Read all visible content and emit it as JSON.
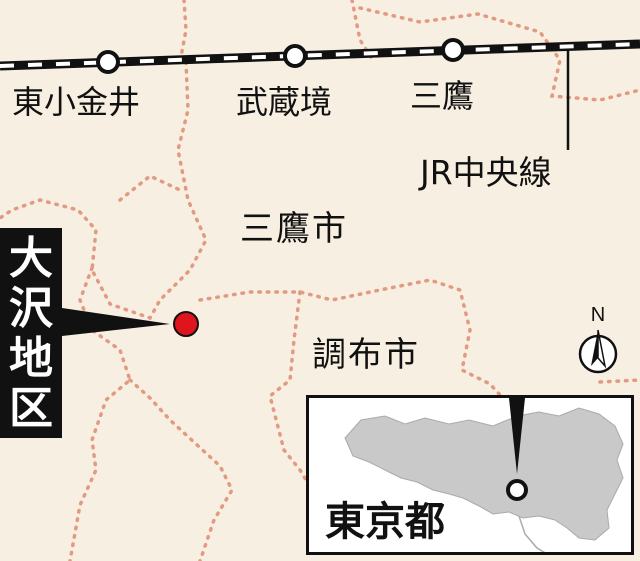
{
  "stations": [
    {
      "id": "higashi-koganei",
      "name": "東小金井"
    },
    {
      "id": "musashisakai",
      "name": "武蔵境"
    },
    {
      "id": "mitaka-station",
      "name": "三鷹"
    }
  ],
  "rail_line": {
    "name": "JR中央線"
  },
  "cities": [
    {
      "id": "mitaka-city",
      "name": "三鷹市"
    },
    {
      "id": "chofu-city",
      "name": "調布市"
    }
  ],
  "area_label": {
    "text": "大沢地区"
  },
  "inset": {
    "title": "東京都"
  },
  "compass": {
    "label": "N"
  },
  "colors": {
    "background": "#f7efe2",
    "boundary": "#e29a82",
    "marker": "#e0141c",
    "rail": "#111111",
    "inset_land": "#c9c9c9"
  }
}
